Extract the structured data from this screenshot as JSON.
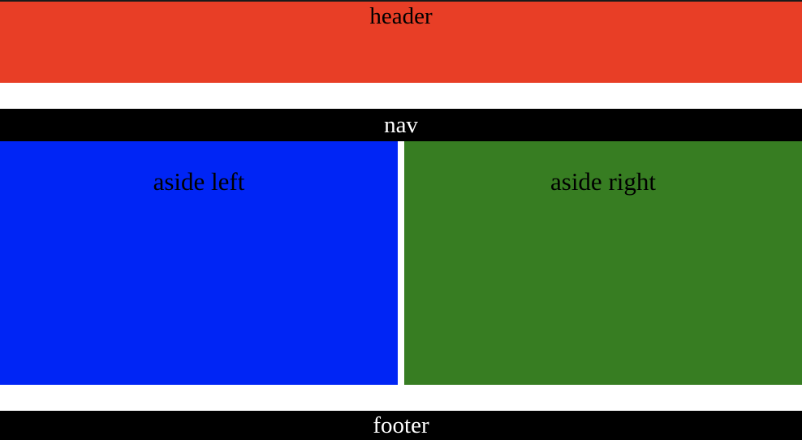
{
  "colors": {
    "header_bg": "#e83e26",
    "nav_bg": "#000000",
    "aside_left_bg": "#0025f5",
    "aside_right_bg": "#377d22",
    "footer_bg": "#000000",
    "page_bg": "#ffffff"
  },
  "header": {
    "label": "header"
  },
  "nav": {
    "label": "nav"
  },
  "aside_left": {
    "label": "aside left"
  },
  "aside_right": {
    "label": "aside right"
  },
  "footer": {
    "label": "footer"
  }
}
